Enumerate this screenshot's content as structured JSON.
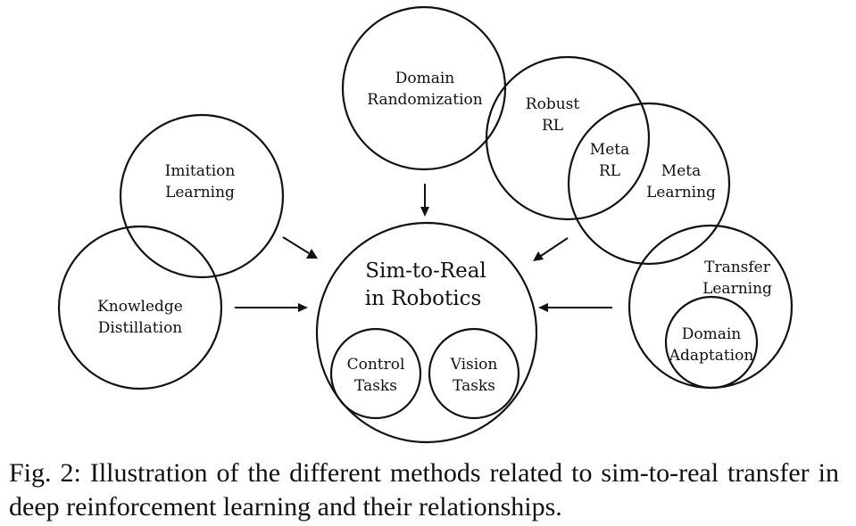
{
  "nodes": {
    "domain_randomization": [
      "Domain",
      "Randomization"
    ],
    "robust_rl": [
      "Robust",
      "RL"
    ],
    "meta_rl": [
      "Meta",
      "RL"
    ],
    "meta_learning": [
      "Meta",
      "Learning"
    ],
    "imitation_learning": [
      "Imitation",
      "Learning"
    ],
    "knowledge_distillation": [
      "Knowledge",
      "Distillation"
    ],
    "sim_to_real": [
      "Sim-to-Real",
      "in Robotics"
    ],
    "control_tasks": [
      "Control",
      "Tasks"
    ],
    "vision_tasks": [
      "Vision",
      "Tasks"
    ],
    "transfer_learning": [
      "Transfer",
      "Learning"
    ],
    "domain_adaptation": [
      "Domain",
      "Adaptation"
    ]
  },
  "caption": "Fig. 2: Illustration of the different methods related to sim-to-real transfer in deep reinforcement learning and their relationships."
}
